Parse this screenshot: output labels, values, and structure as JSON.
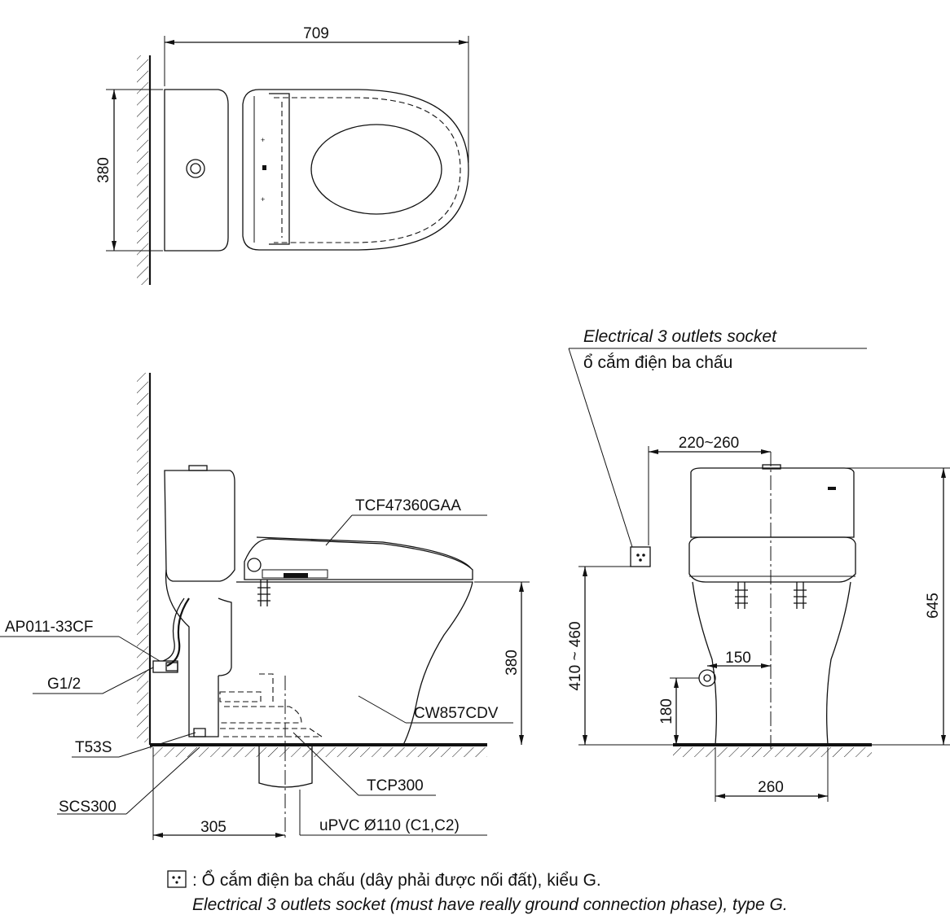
{
  "top_view": {
    "width_dim": "709",
    "depth_dim": "380"
  },
  "side_view": {
    "parts": {
      "seat": "TCF47360GAA",
      "valve": "AP011-33CF",
      "inlet": "G1/2",
      "bowl": "CW857CDV",
      "seal": "T53S",
      "screws": "SCS300",
      "flange": "TCP300",
      "pipe": "uPVC Ø110 (C1,C2)"
    },
    "rough_in_dim": "305",
    "seat_height_dim": "380"
  },
  "front_view": {
    "socket_offset_dim": "220~260",
    "socket_height_dim": "410 ~ 460",
    "overall_height_dim": "645",
    "inlet_offset_dim": "150",
    "inlet_height_dim": "180",
    "base_width_dim": "260"
  },
  "socket_callout": {
    "label_en": "Electrical 3 outlets socket",
    "label_vi": "ổ cắm điện ba chấu"
  },
  "legend": {
    "symbol_icon": "three-pin-socket-icon",
    "line_vi": ": Ổ cắm điện ba chấu (dây phải được nối đất), kiểu G.",
    "line_en": "Electrical 3 outlets socket (must have really ground connection phase), type G."
  }
}
